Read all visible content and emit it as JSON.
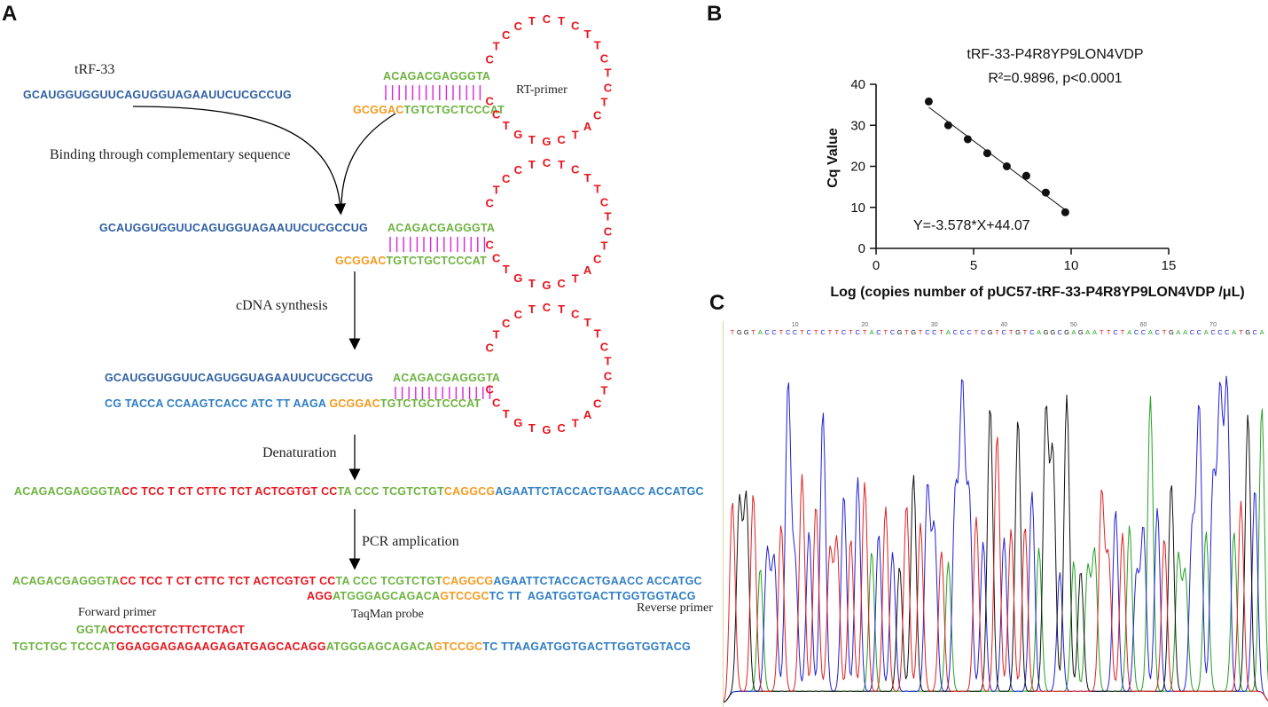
{
  "panels": {
    "a": "A",
    "b": "B",
    "c": "C"
  },
  "labels": {
    "trf": "tRF-33",
    "rt_primer": "RT-primer",
    "binding": "Binding through complementary sequence",
    "cdna": "cDNA synthesis",
    "denat": "Denaturation",
    "pcr": "PCR amplication",
    "forward": "Forward primer",
    "taqman": "TaqMan probe",
    "reverse": "Reverse primer"
  },
  "seqs": {
    "trf_rna": "GCAUGGUGGUUCAGUGGUAGAAUUCUCGCCUG",
    "stem_top": "ACAGACGAGGGTA",
    "primer_orange": "GCGGAC",
    "primer_green": "TGTCTGCTCCCAT",
    "loop_letters": [
      "C",
      "T",
      "C",
      "C",
      "T",
      "C",
      "T",
      "C",
      "T",
      "T",
      "C",
      "T",
      "C",
      "T",
      "C",
      "A",
      "T",
      "C",
      "G",
      "T",
      "G",
      "T",
      "C",
      "C"
    ],
    "cdna_blue": "CG TACCA CCAAGTCACC ATC TT AAGA",
    "d_green1": "ACAGACGAGGGTA",
    "d_red": "CC TCC T CT CTTC TCT ACTCGTGT CC",
    "d_green2": "TA CCC TCGTCTGT",
    "d_orange": "CAGGCG",
    "d_blue": "AGAATTCTACCACTGAACC ACCATGC",
    "p2_red": "AGG",
    "p2_green": "ATGGGAGCAGACA",
    "p2_orange": "GTCCGC",
    "p2_blue": "TC TT  AGATGGTGACTTGGTGGTACG",
    "fp_green": "GGTA",
    "fp_red": "CCTCCTCTCTTCTCTACT",
    "b_green1": "TGTCTGC TCCCAT",
    "b_red": "GGAGGAGAGAAGAGATGAGCACAGG",
    "b_green2": "ATGGGAGCAGACA",
    "b_orange": "GTCCGC",
    "b_blue": "TC TTAAGATGGTGACTTGGTGGTACG"
  },
  "chart_data": {
    "type": "scatter",
    "title": "tRF-33-P4R8YP9LON4VDP",
    "stats": "R²=0.9896, p<0.0001",
    "equation": "Y=-3.578*X+44.07",
    "xlabel": "Log (copies number of pUC57-tRF-33-P4R8YP9LON4VDP /μL)",
    "ylabel": "Cq Value",
    "xlim": [
      0,
      15
    ],
    "ylim": [
      0,
      40
    ],
    "xticks": [
      0,
      5,
      10,
      15
    ],
    "yticks": [
      0,
      10,
      20,
      30,
      40
    ],
    "points": [
      [
        2.7,
        35.8
      ],
      [
        3.7,
        30.0
      ],
      [
        4.7,
        26.6
      ],
      [
        5.7,
        23.2
      ],
      [
        6.7,
        20.0
      ],
      [
        7.7,
        17.7
      ],
      [
        8.7,
        13.6
      ],
      [
        9.7,
        8.8
      ]
    ],
    "fit": {
      "slope": -3.578,
      "intercept": 44.07,
      "x_range": [
        2.7,
        9.7
      ]
    }
  },
  "chromatogram": {
    "sequence": "TGGTACCTCCTCTCTTCTCTACTCGTGTCCTACCCTCGTCTGTCAGGCGAGAATTCTACCACTGAACCACCCATGCA",
    "position_labels": [
      "10",
      "20",
      "30",
      "40",
      "50",
      "60",
      "70"
    ],
    "colors": {
      "A": "#22a322",
      "C": "#2020d8",
      "G": "#111111",
      "T": "#e02020"
    }
  }
}
